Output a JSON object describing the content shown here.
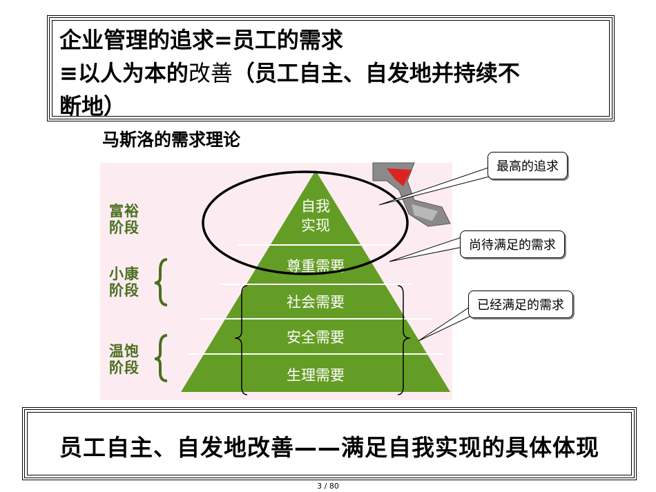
{
  "header": {
    "line1": "企业管理的追求=员工的需求",
    "line2_prefix": "≡以人为本的",
    "line2_light": "改善",
    "line2_suffix": "（员工自主、自发地并持续不",
    "line3": "断地）"
  },
  "subtitle": "马斯洛的需求理论",
  "pyramid": {
    "levels": [
      {
        "label_line1": "自我",
        "label_line2": "实现"
      },
      {
        "label": "尊重需要"
      },
      {
        "label": "社会需要"
      },
      {
        "label": "安全需要"
      },
      {
        "label": "生理需要"
      }
    ]
  },
  "stages": [
    {
      "line1": "富裕",
      "line2": "阶段"
    },
    {
      "line1": "小康",
      "line2": "阶段"
    },
    {
      "line1": "温饱",
      "line2": "阶段"
    }
  ],
  "callouts": {
    "top": "最高的追求",
    "middle": "尚待满足的需求",
    "bottom": "已经满足的需求"
  },
  "conclusion": "员工自主、自发地改善——满足自我实现的具体体现",
  "page_number": "3 / 80",
  "colors": {
    "pyramid_green": "#649d25",
    "stage_text": "#4a6f1f",
    "diagram_background": "#fcecf1"
  }
}
